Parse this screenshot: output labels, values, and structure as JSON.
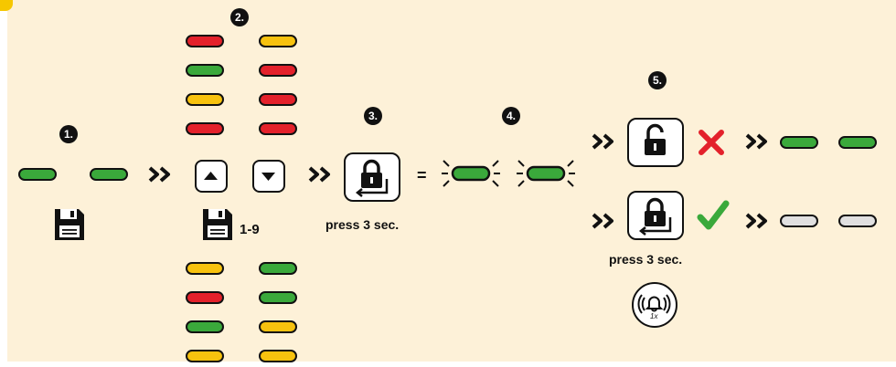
{
  "steps": {
    "step1": "1.",
    "step2": "2.",
    "step3": "3.",
    "step4": "4.",
    "step5": "5."
  },
  "labels": {
    "range": "1-9",
    "press_hold": "press 3 sec.",
    "press_hold_2": "press 3 sec.",
    "equals": "=",
    "bell_count": "1x"
  },
  "colors": {
    "panel": "#fdf1d8",
    "accent": "#f6c700",
    "led_green": "#3aa93b",
    "led_red": "#e3212b",
    "led_yellow": "#f7c20e",
    "led_off": "#e0e0e0",
    "cross": "#e3212b",
    "check": "#3aa93b"
  },
  "led_codes": {
    "top_left": [
      "red",
      "green",
      "yellow",
      "red"
    ],
    "top_right": [
      "yellow",
      "red",
      "red",
      "red"
    ],
    "bottom_left": [
      "yellow",
      "red",
      "green",
      "yellow"
    ],
    "bottom_right": [
      "green",
      "green",
      "yellow",
      "yellow"
    ]
  },
  "icons": {
    "save": "floppy-disk-icon",
    "up": "arrow-up-icon",
    "down": "arrow-down-icon",
    "lock_enter": "lock-enter-icon",
    "unlock": "unlock-icon",
    "cross": "cross-icon",
    "check": "check-icon",
    "bell": "alarm-bell-icon"
  }
}
